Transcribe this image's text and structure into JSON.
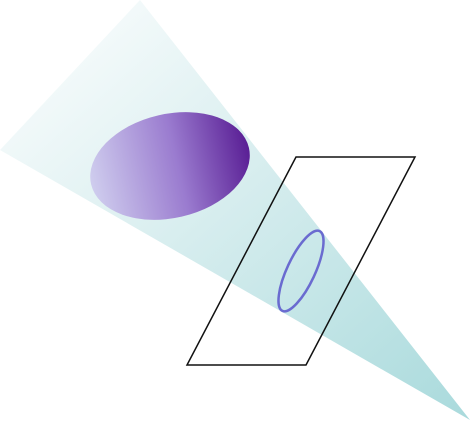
{
  "diagram": {
    "title": "",
    "description": "",
    "colors": {
      "background": "#ffffff",
      "beam_near": "#ffffff",
      "beam_far": "#a9dadc",
      "blob_light": "#c9c6ea",
      "blob_mid": "#9a7bcf",
      "blob_dark": "#5e2398",
      "plane_stroke": "#111111",
      "ellipse_stroke": "#6a6bd0"
    },
    "icons": [
      "light-beam",
      "purple-ellipsoid",
      "parallelogram-plane",
      "cross-section-ellipse"
    ]
  }
}
